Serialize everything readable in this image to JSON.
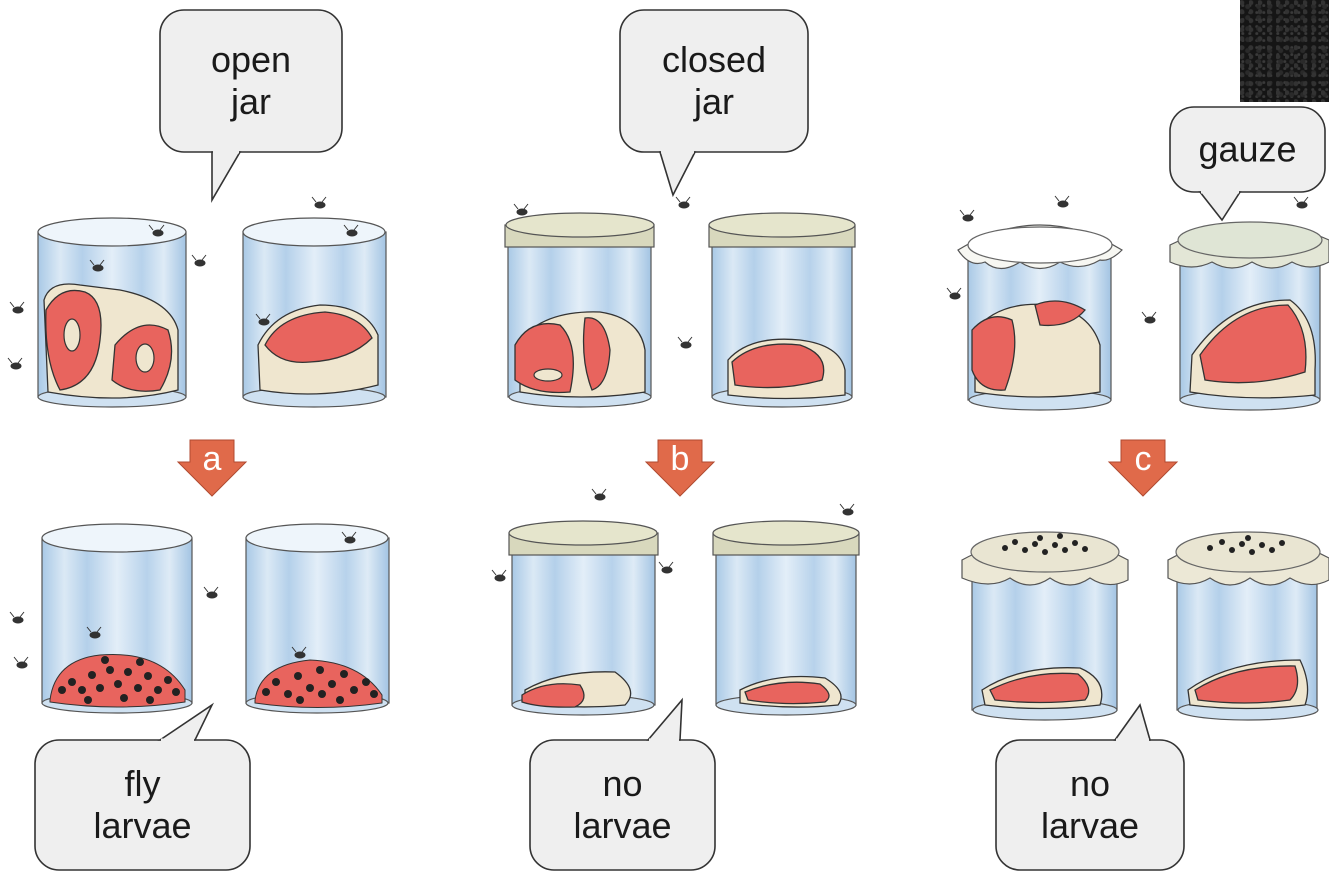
{
  "bubbles": {
    "a_top": [
      "open",
      "jar"
    ],
    "b_top": [
      "closed",
      "jar"
    ],
    "c_top": [
      "gauze"
    ],
    "a_bottom": [
      "fly",
      "larvae"
    ],
    "b_bottom": [
      "no",
      "larvae"
    ],
    "c_bottom": [
      "no",
      "larvae"
    ]
  },
  "arrows": {
    "a": "a",
    "b": "b",
    "c": "c"
  },
  "colors": {
    "jar_glass": "#c9def0",
    "jar_stripe": "#a9c9e6",
    "meat": "#e8645e",
    "fat": "#efe6cf",
    "lid": "#d8d8bd",
    "arrow": "#e06a4a",
    "bubble_fill": "#efefef",
    "larvae": "#222222"
  }
}
